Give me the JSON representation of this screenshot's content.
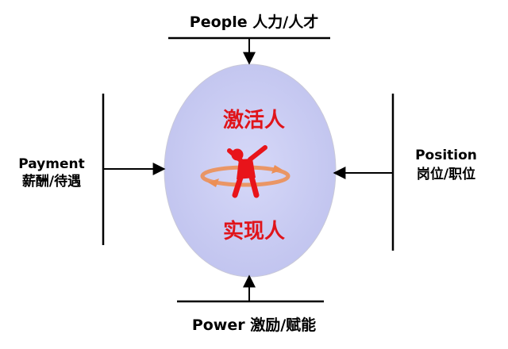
{
  "labels": {
    "top": "People 人力/人才",
    "bottom": "Power 激励/赋能",
    "left_line1": "Payment",
    "left_line2": "薪酬/待遇",
    "right_line1": "Position",
    "right_line2": "岗位/职位"
  },
  "center": {
    "top_text": "激活人",
    "bottom_text": "实现人"
  },
  "colors": {
    "ellipse_fill": "#c7c9f2",
    "figure": "#e8141a",
    "ring": "#ec8f56",
    "text_accent": "#e0141a"
  }
}
